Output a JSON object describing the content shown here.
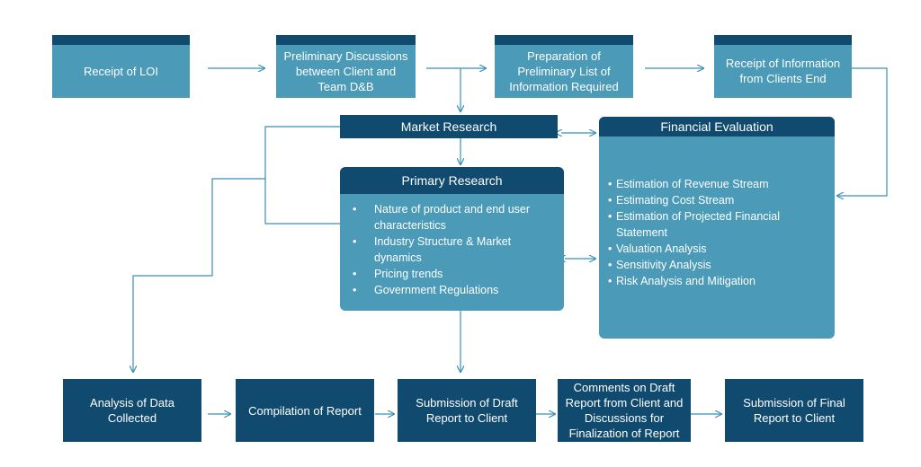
{
  "top_row": {
    "receipt_loi": "Receipt of LOI",
    "preliminary_discussions": "Preliminary Discussions between Client and Team D&B",
    "preparation_list": "Preparation of Preliminary List of Information Required",
    "receipt_information": "Receipt of Information from Clients End"
  },
  "market_research": {
    "title": "Market Research"
  },
  "primary_research": {
    "title": "Primary Research",
    "items": [
      "Nature of product and end user characteristics",
      "Industry Structure & Market dynamics",
      "Pricing trends",
      "Government Regulations"
    ]
  },
  "financial_evaluation": {
    "title": "Financial Evaluation",
    "items": [
      "Estimation of Revenue Stream",
      "Estimating Cost Stream",
      "Estimation of Projected Financial Statement",
      "Valuation Analysis",
      "Sensitivity Analysis",
      "Risk Analysis and Mitigation"
    ]
  },
  "bottom_row": {
    "analysis": "Analysis of Data Collected",
    "compilation": "Compilation of Report",
    "submission_draft": "Submission of Draft Report to Client",
    "comments": "Comments on Draft Report from Client and Discussions for Finalization of Report",
    "submission_final": "Submission of Final Report to Client"
  },
  "colors": {
    "dark": "#104a6e",
    "light": "#4a9ab8",
    "line": "#3a8fb7"
  }
}
